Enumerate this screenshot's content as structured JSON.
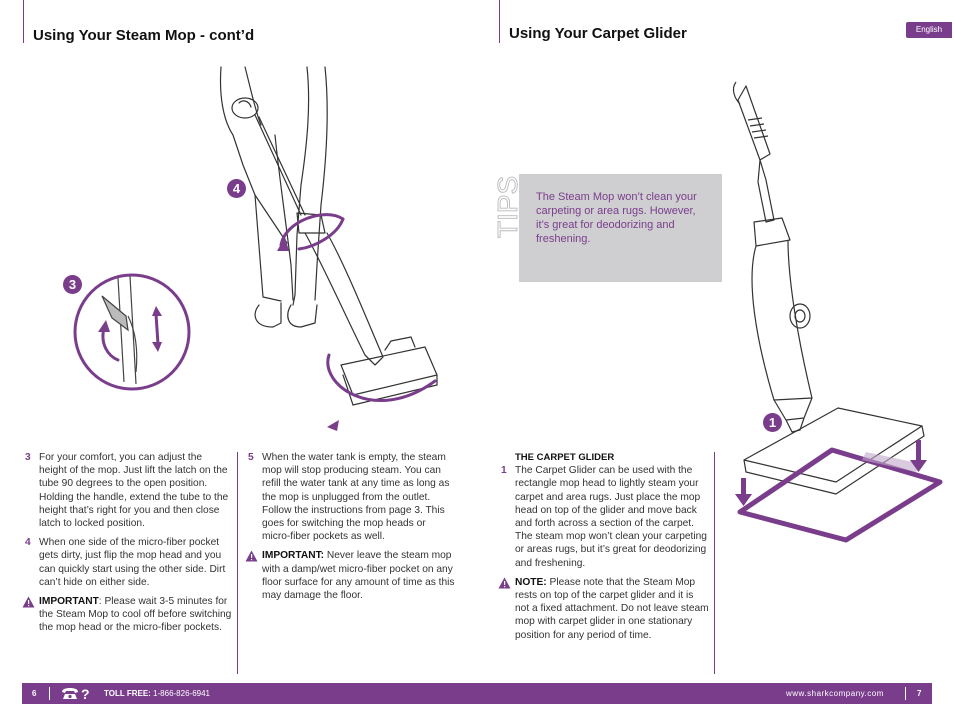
{
  "header": {
    "left_title": "Using Your Steam Mop - cont’d",
    "right_title": "Using Your Carpet Glider",
    "language_tab": "English"
  },
  "illustrations": {
    "badge_4": "4",
    "badge_3": "3",
    "badge_1": "1"
  },
  "left_column": {
    "items": [
      {
        "num": "3",
        "text": "For your comfort, you can adjust the height of the mop. Just lift the latch on the tube 90 degrees to the open position. Holding the handle, extend the tube to the height that’s right for you and then close latch to locked position."
      },
      {
        "num": "4",
        "text": "When one side of the micro-fiber pocket gets dirty, just flip the mop head and you can quickly start using the other side. Dirt can’t hide on either side."
      }
    ],
    "important_label": "IMPORTANT",
    "important_text": ": Please wait 3-5 minutes for the Steam Mop to cool off before switching the mop head or the micro-fiber pockets."
  },
  "middle_column": {
    "item": {
      "num": "5",
      "text": "When the water tank is empty, the steam mop will stop producing steam. You can refill the water tank at any time as long as the mop is unplugged from the outlet. Follow the instructions from page 3. This goes for switching the mop heads or micro-fiber pockets as well."
    },
    "important_label": "IMPORTANT:",
    "important_text": " Never leave the steam mop with a damp/wet micro-fiber pocket on any floor surface for any amount of time as this may damage the floor."
  },
  "tips": {
    "label": "TIPS",
    "text": "The Steam Mop won’t clean your carpeting or area rugs. However, it’s great for deodorizing and freshening."
  },
  "right_column": {
    "heading": "THE CARPET GLIDER",
    "item": {
      "num": "1",
      "text": "The Carpet Glider can be used with the rectangle mop head to lightly steam your carpet and area rugs. Just place the mop head on top of the glider and move back and forth across a section of the carpet. The steam mop won’t clean your carpeting or areas rugs, but it’s great for deodorizing and freshening."
    },
    "note_label": "NOTE:",
    "note_text": " Please note that the Steam Mop rests on top of the carpet glider and it is not a fixed attachment. Do not leave steam mop with carpet glider in one stationary position for any period of time."
  },
  "footer": {
    "page_left": "6",
    "toll_free_label": "TOLL FREE:",
    "toll_free_number": " 1-866-826-6941",
    "website": "www.sharkcompany.com",
    "page_right": "7"
  },
  "colors": {
    "accent": "#7a3d8c",
    "tips_box": "#cfcfd1"
  }
}
